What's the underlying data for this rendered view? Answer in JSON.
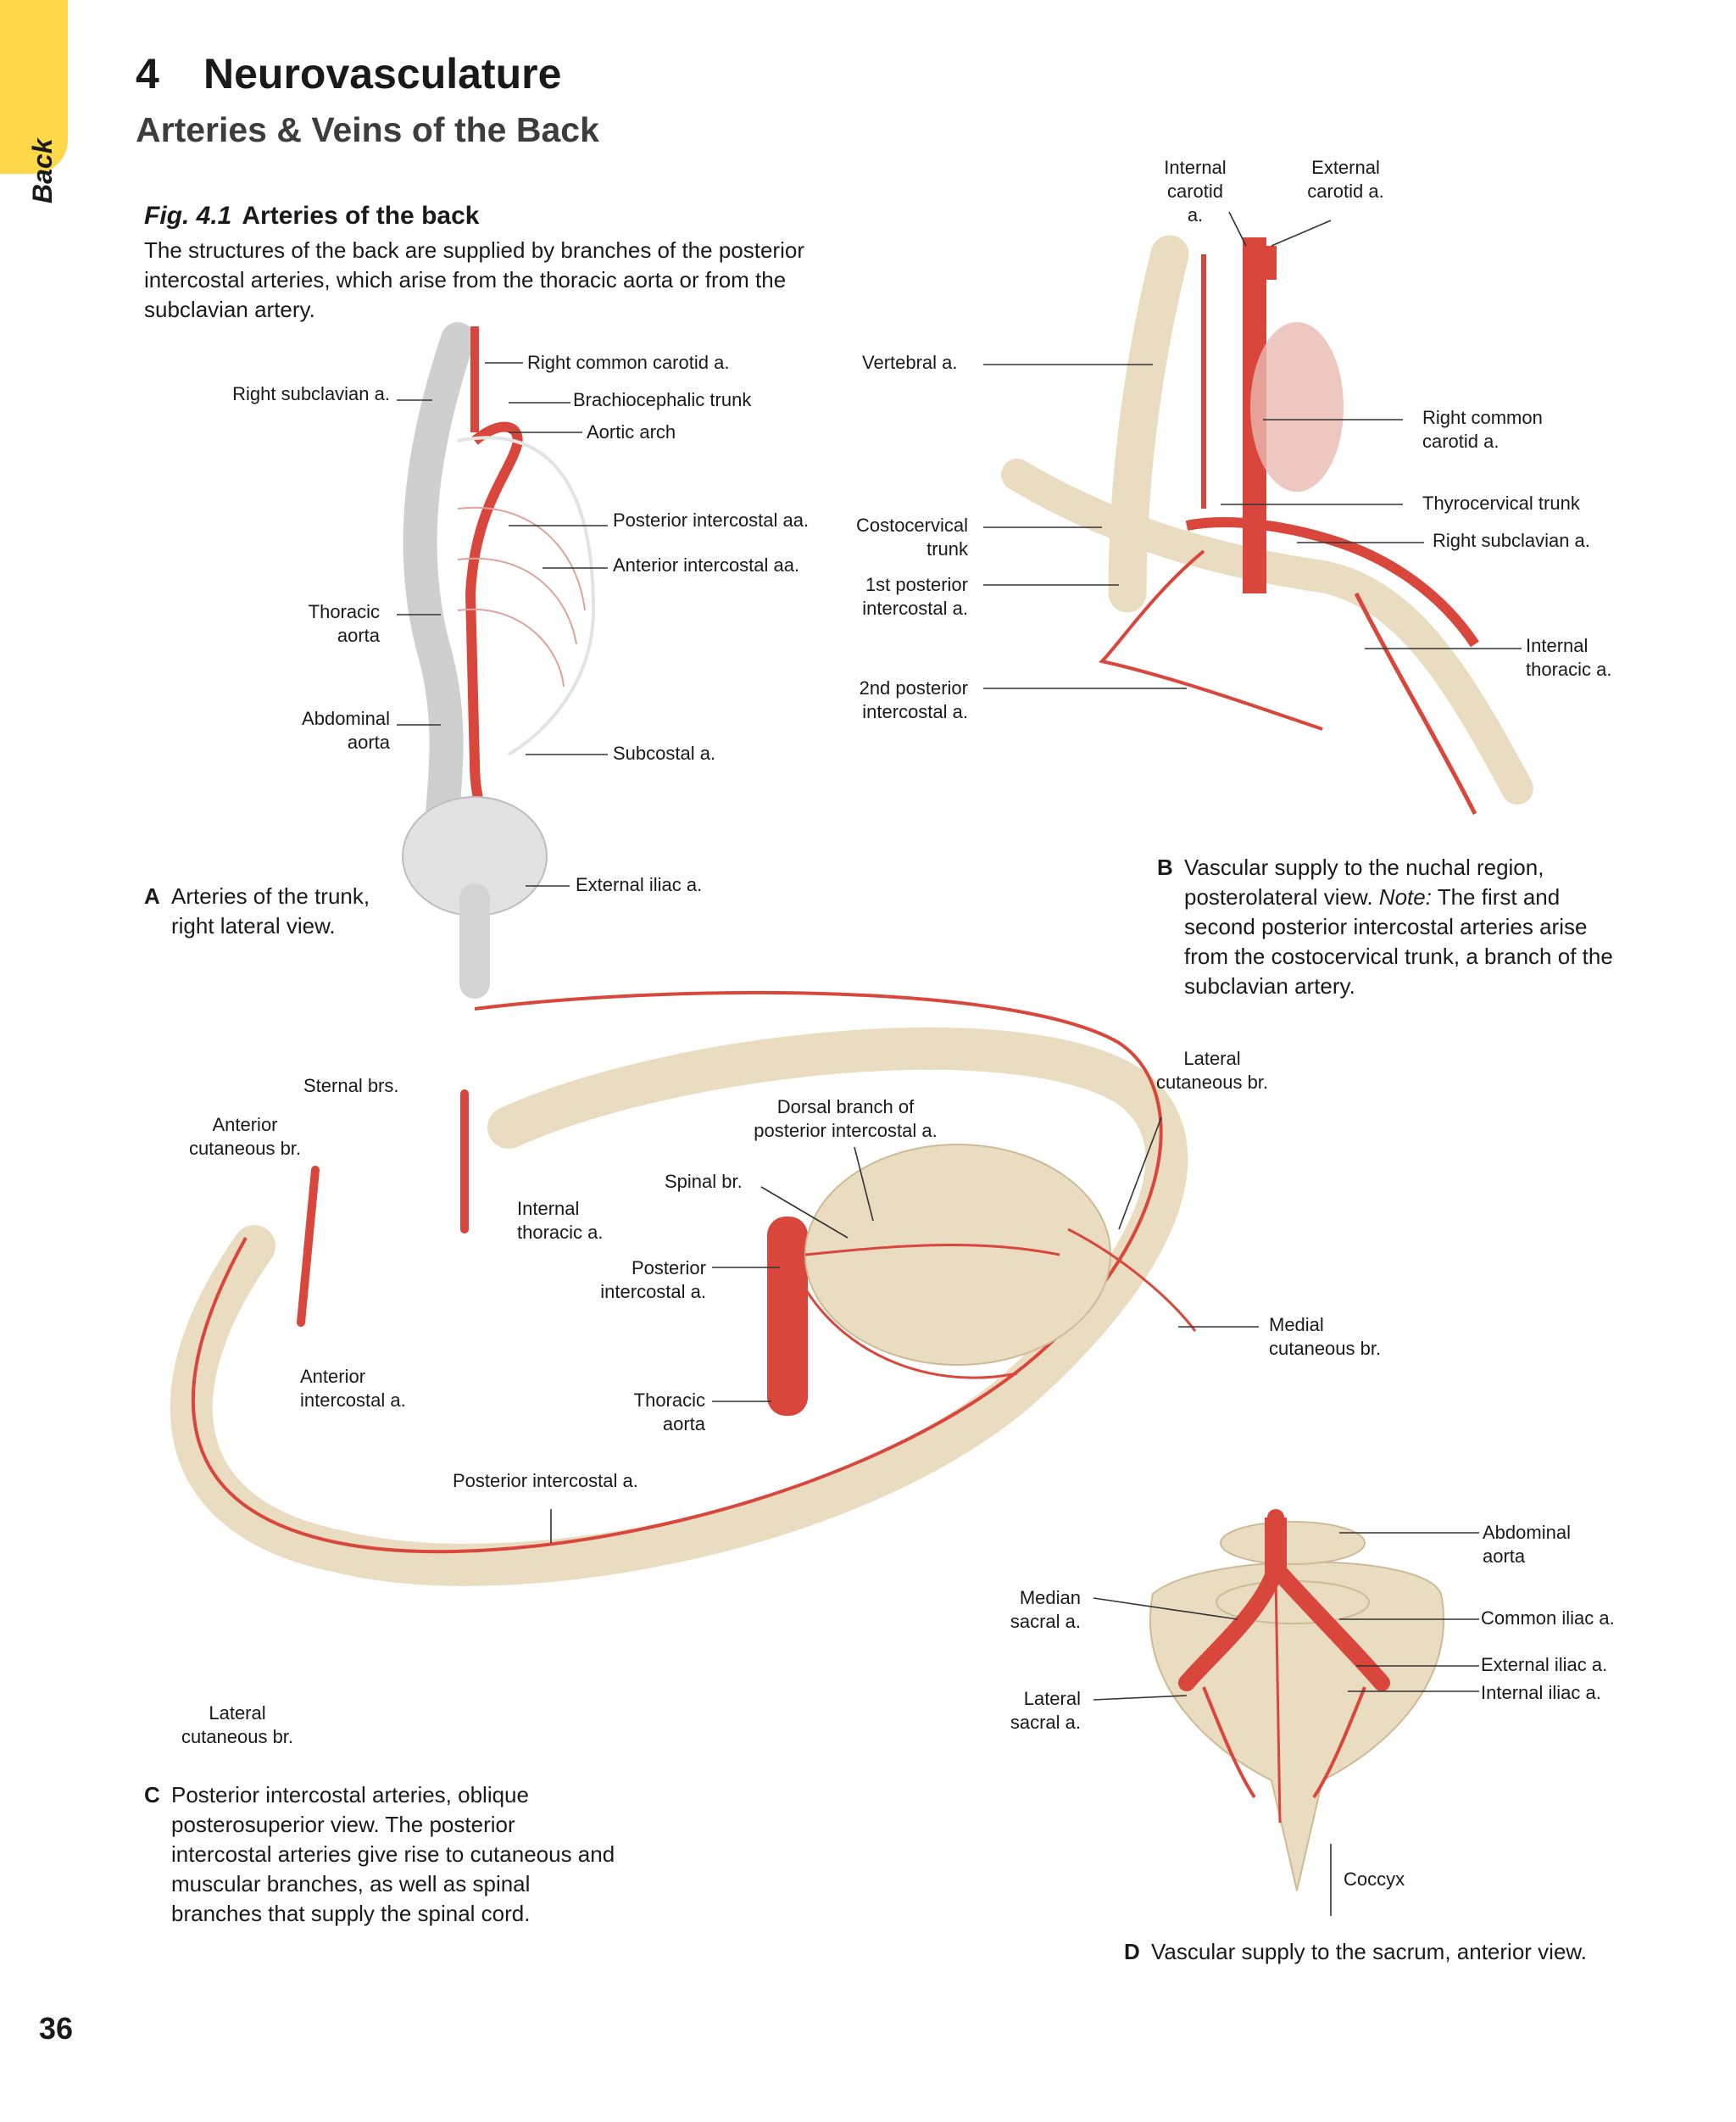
{
  "side_tab": "Back",
  "chapter": {
    "number": "4",
    "title": "Neurovasculature"
  },
  "subtitle": "Arteries & Veins of the Back",
  "figure": {
    "number": "Fig. 4.1",
    "title": "Arteries of the back",
    "description": "The structures of the back are supplied by branches of the posterior intercostal arteries, which arise from the thoracic aorta or from the subclavian artery."
  },
  "panel_a": {
    "labels": {
      "right_common_carotid": "Right common carotid a.",
      "right_subclavian": "Right subclavian a.",
      "brachiocephalic": "Brachiocephalic trunk",
      "aortic_arch": "Aortic arch",
      "posterior_intercostal": "Posterior intercostal aa.",
      "anterior_intercostal": "Anterior intercostal aa.",
      "thoracic_aorta": "Thoracic aorta",
      "abdominal_aorta": "Abdominal aorta",
      "subcostal": "Subcostal a.",
      "external_iliac": "External iliac a."
    },
    "caption_letter": "A",
    "caption": "Arteries of the trunk, right lateral view."
  },
  "panel_b": {
    "labels": {
      "internal_carotid": "Internal carotid a.",
      "external_carotid": "External carotid a.",
      "vertebral": "Vertebral a.",
      "right_common_carotid": "Right common carotid a.",
      "thyrocervical": "Thyrocervical trunk",
      "costocervical": "Costocervical trunk",
      "right_subclavian": "Right subclavian a.",
      "first_posterior_intercostal": "1st posterior intercostal a.",
      "internal_thoracic": "Internal thoracic a.",
      "second_posterior_intercostal": "2nd posterior intercostal a."
    },
    "caption_letter": "B",
    "caption_pre": "Vascular supply to the nuchal region, posterolateral view. ",
    "caption_note": "Note:",
    "caption_post": " The first and second posterior intercostal arteries arise from the costocervical trunk, a branch of the subclavian artery."
  },
  "panel_c": {
    "labels": {
      "sternal_brs": "Sternal brs.",
      "anterior_cutaneous": "Anterior cutaneous br.",
      "lateral_cutaneous_top": "Lateral cutaneous br.",
      "dorsal_branch": "Dorsal branch of posterior intercostal a.",
      "spinal_br": "Spinal br.",
      "internal_thoracic": "Internal thoracic a.",
      "posterior_intercostal_mid": "Posterior intercostal a.",
      "medial_cutaneous": "Medial cutaneous br.",
      "anterior_intercostal": "Anterior intercostal a.",
      "thoracic_aorta": "Thoracic aorta",
      "posterior_intercostal_bottom": "Posterior intercostal a.",
      "lateral_cutaneous_bottom": "Lateral cutaneous br."
    },
    "caption_letter": "C",
    "caption": "Posterior intercostal arteries, oblique posterosuperior view. The posterior intercostal arteries give rise to cutaneous and muscular branches, as well as spinal branches that supply the spinal cord."
  },
  "panel_d": {
    "labels": {
      "abdominal_aorta": "Abdominal aorta",
      "median_sacral": "Median sacral a.",
      "common_iliac": "Common iliac a.",
      "external_iliac": "External iliac a.",
      "internal_iliac": "Internal iliac a.",
      "lateral_sacral": "Lateral sacral a.",
      "coccyx": "Coccyx"
    },
    "caption_letter": "D",
    "caption": "Vascular supply to the sacrum, anterior view."
  },
  "page_number": "36",
  "colors": {
    "tab": "#ffd84a",
    "artery": "#d9463b",
    "bone": "#eadcc0"
  }
}
